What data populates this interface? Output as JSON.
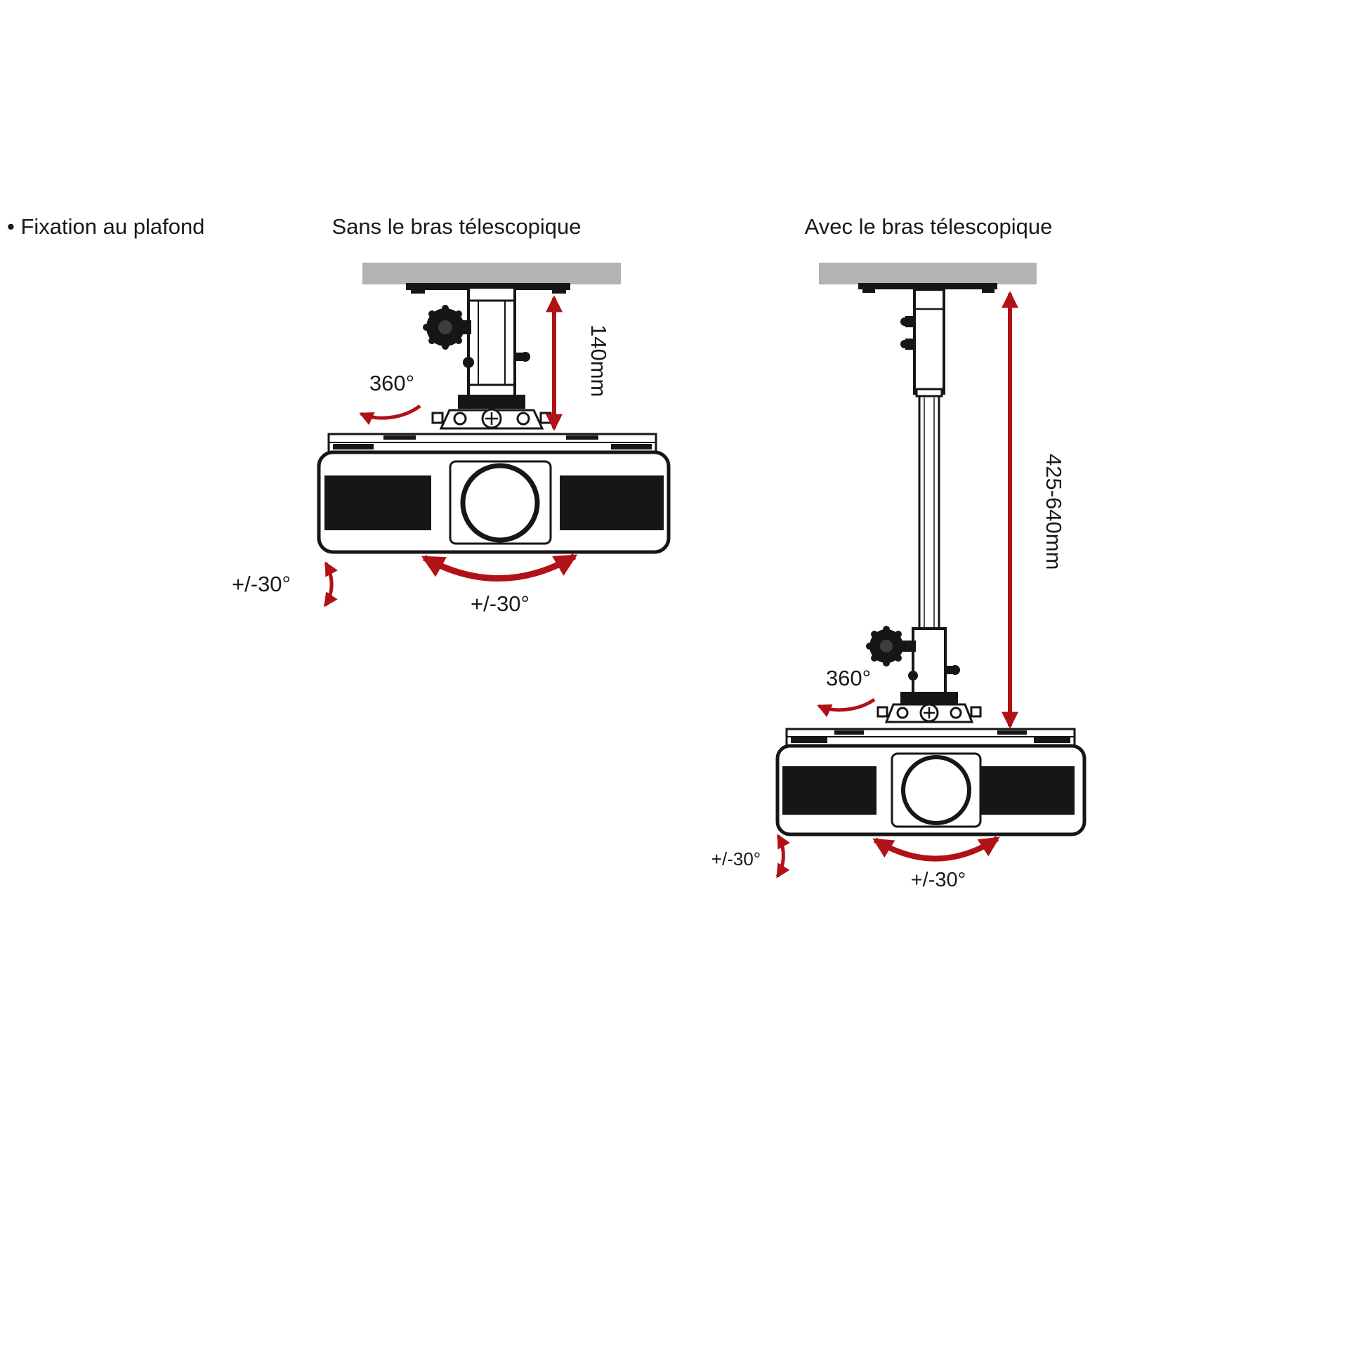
{
  "page": {
    "background": "#ffffff"
  },
  "colors": {
    "arrow_red": "#b01217",
    "plate_gray": "#b3b3b3",
    "line_black": "#161616",
    "text": "#1a1a1a"
  },
  "header": {
    "bullet_label": "• Fixation au plafond"
  },
  "diagrams": {
    "without_arm": {
      "title": "Sans le bras télescopique",
      "rotation_label": "360°",
      "height_label": "140mm",
      "tilt_side_label": "+/-30°",
      "tilt_bottom_label": "+/-30°"
    },
    "with_arm": {
      "title": "Avec le bras télescopique",
      "rotation_label": "360°",
      "height_label": "425-640mm",
      "tilt_side_label": "+/-30°",
      "tilt_bottom_label": "+/-30°"
    }
  }
}
